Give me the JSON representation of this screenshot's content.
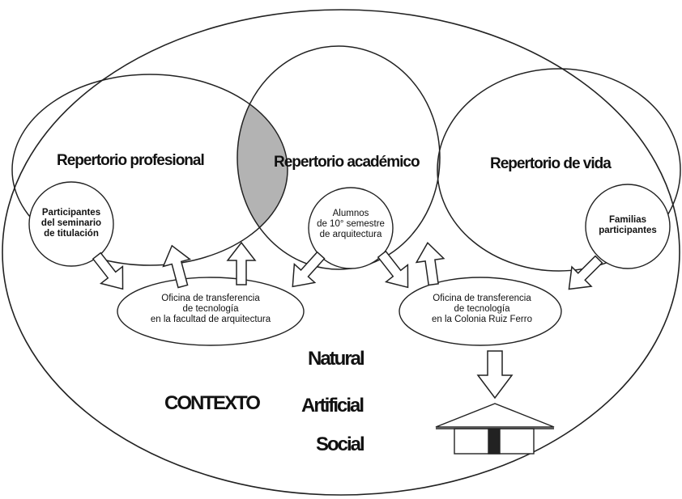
{
  "repertorios": {
    "profesional": "Repertorio profesional",
    "academico": "Repertorio académico",
    "vida": "Repertorio de vida"
  },
  "participants": {
    "seminario": [
      "Participantes",
      "del seminario",
      "de titulación"
    ],
    "alumnos": [
      "Alumnos",
      "de 10° semestre",
      "de arquitectura"
    ],
    "familias": [
      "Familias",
      "participantes"
    ]
  },
  "offices": {
    "facultad": [
      "Oficina de transferencia",
      "de tecnología",
      "en la facultad de arquitectura"
    ],
    "colonia": [
      "Oficina de transferencia",
      "de tecnología",
      "en la Colonia Ruiz Ferro"
    ]
  },
  "context": {
    "label": "CONTEXTO",
    "types": [
      "Natural",
      "Artificial",
      "Social"
    ]
  },
  "colors": {
    "stroke": "#222222",
    "overlap": "#b3b3b3",
    "door": "#222222"
  }
}
